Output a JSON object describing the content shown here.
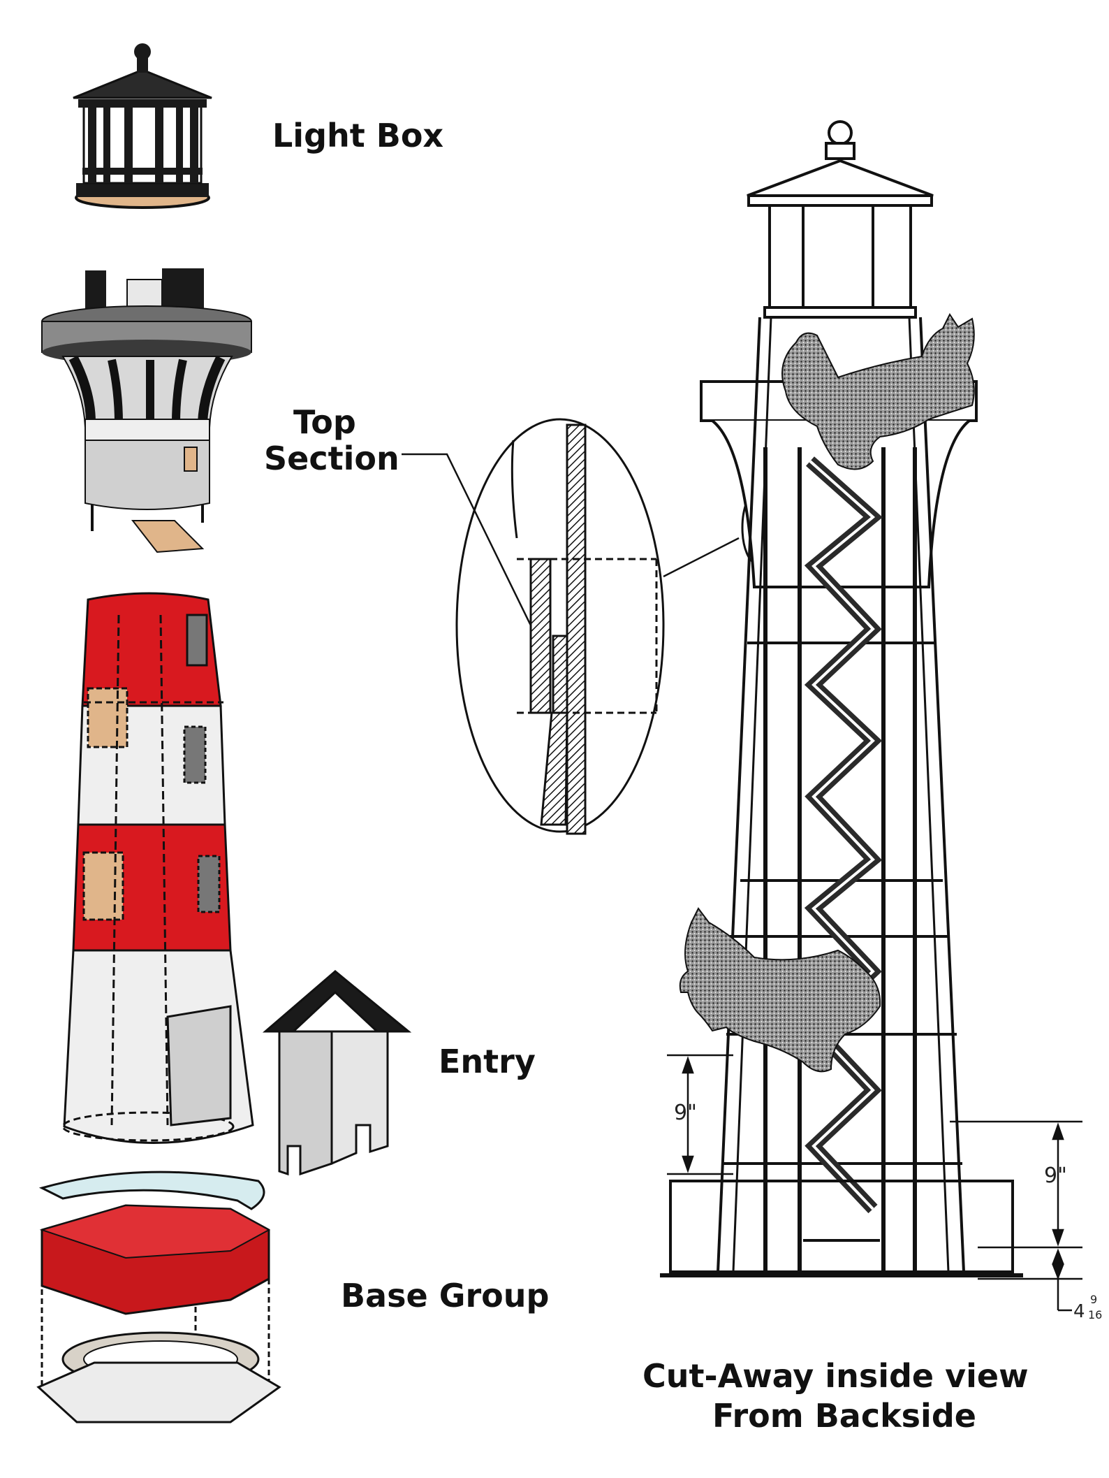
{
  "labels": {
    "light_box": "Light Box",
    "top_section_line1": "Top",
    "top_section_line2": "Section",
    "entry": "Entry",
    "base_group": "Base Group",
    "caption_line1": "Cut-Away inside view",
    "caption_line2": "From Backside"
  },
  "dimensions": {
    "left_height": "9\"",
    "right_height": "9\"",
    "bottom_offset_whole": "4",
    "bottom_offset_num": "9",
    "bottom_offset_den": "16"
  },
  "colors": {
    "stripe_red": "#d8191f",
    "base_red": "#c8181c",
    "wood": "#e0b58a",
    "gray": "#cfcfcf",
    "dark": "#1a1a1a",
    "ring_blue": "#d6ecef"
  }
}
